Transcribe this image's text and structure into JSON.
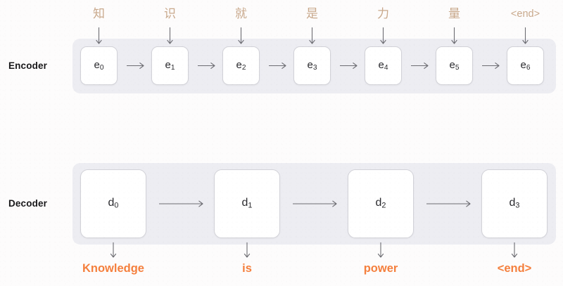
{
  "figure": {
    "title": "Encoder-Decoder sequence-to-sequence diagram",
    "background_color": "#fdfcfc",
    "band_color": "#ededf2",
    "cell_fill": "#ffffff",
    "cell_border": "#d2d2d8",
    "arrow_color": "#6d6d73",
    "input_token_color": "#c9a98c",
    "output_token_color": "#f5803e",
    "row_label_color": "#18181a"
  },
  "encoder": {
    "label": "Encoder",
    "cells": [
      {
        "name": "e",
        "sub": "0"
      },
      {
        "name": "e",
        "sub": "1"
      },
      {
        "name": "e",
        "sub": "2"
      },
      {
        "name": "e",
        "sub": "3"
      },
      {
        "name": "e",
        "sub": "4"
      },
      {
        "name": "e",
        "sub": "5"
      },
      {
        "name": "e",
        "sub": "6"
      }
    ],
    "input_tokens": [
      {
        "text": "知",
        "script": "cjk"
      },
      {
        "text": "识",
        "script": "cjk"
      },
      {
        "text": "就",
        "script": "cjk"
      },
      {
        "text": "是",
        "script": "cjk"
      },
      {
        "text": "力",
        "script": "cjk"
      },
      {
        "text": "量",
        "script": "cjk"
      },
      {
        "text": "<end>",
        "script": "latin"
      }
    ],
    "source_sentence": "知识就是力量<end>"
  },
  "decoder": {
    "label": "Decoder",
    "cells": [
      {
        "name": "d",
        "sub": "0"
      },
      {
        "name": "d",
        "sub": "1"
      },
      {
        "name": "d",
        "sub": "2"
      },
      {
        "name": "d",
        "sub": "3"
      }
    ],
    "output_tokens": [
      {
        "text": "Knowledge"
      },
      {
        "text": "is"
      },
      {
        "text": "power"
      },
      {
        "text": "<end>"
      }
    ],
    "target_sentence": "Knowledge is power <end>"
  }
}
